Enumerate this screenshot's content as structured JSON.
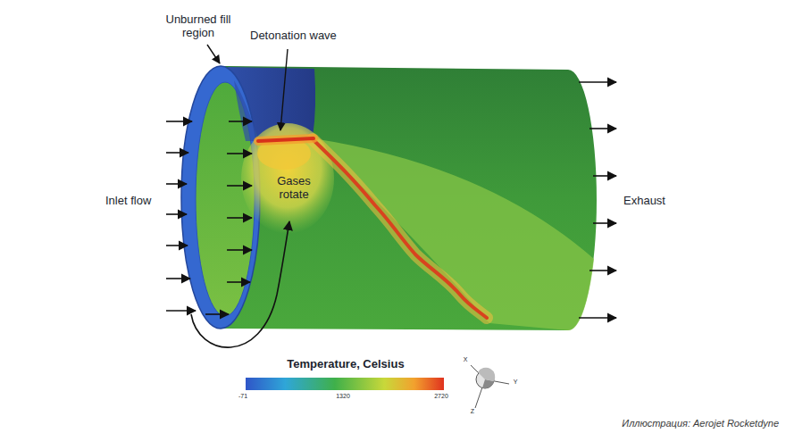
{
  "diagram": {
    "labels": [
      "Unburned fill region",
      "Detonation wave",
      "Inlet flow",
      "Gases rotate",
      "Exhaust",
      "Temperature, Celsius",
      "-71",
      "1320",
      "2720",
      "X",
      "Y",
      "Z",
      "Иллюстрация: Aerojet Rocketdyne"
    ]
  }
}
